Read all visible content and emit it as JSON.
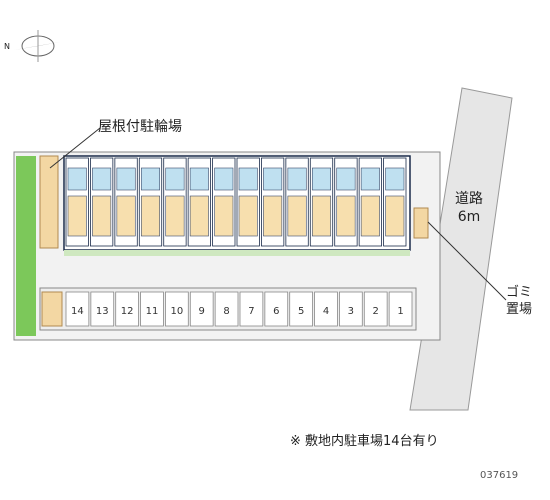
{
  "labels": {
    "bike_parking": "屋根付駐輪場",
    "road_line1": "道路",
    "road_line2": "6m",
    "garbage_line1": "ゴミ",
    "garbage_line2": "置場",
    "note": "※ 敷地内駐車場14台有り",
    "image_code": "037619",
    "compass_n": "N"
  },
  "parking_spaces": [
    "14",
    "13",
    "12",
    "11",
    "10",
    "9",
    "8",
    "7",
    "6",
    "5",
    "4",
    "3",
    "2",
    "1"
  ],
  "building_units": 14,
  "colors": {
    "green": "#7cc85a",
    "road": "#e6e6e6",
    "unit_floor": "#f7dfae",
    "bath": "#bfe0f0",
    "wall": "#1a2b4a",
    "lot": "#eeeeee"
  }
}
